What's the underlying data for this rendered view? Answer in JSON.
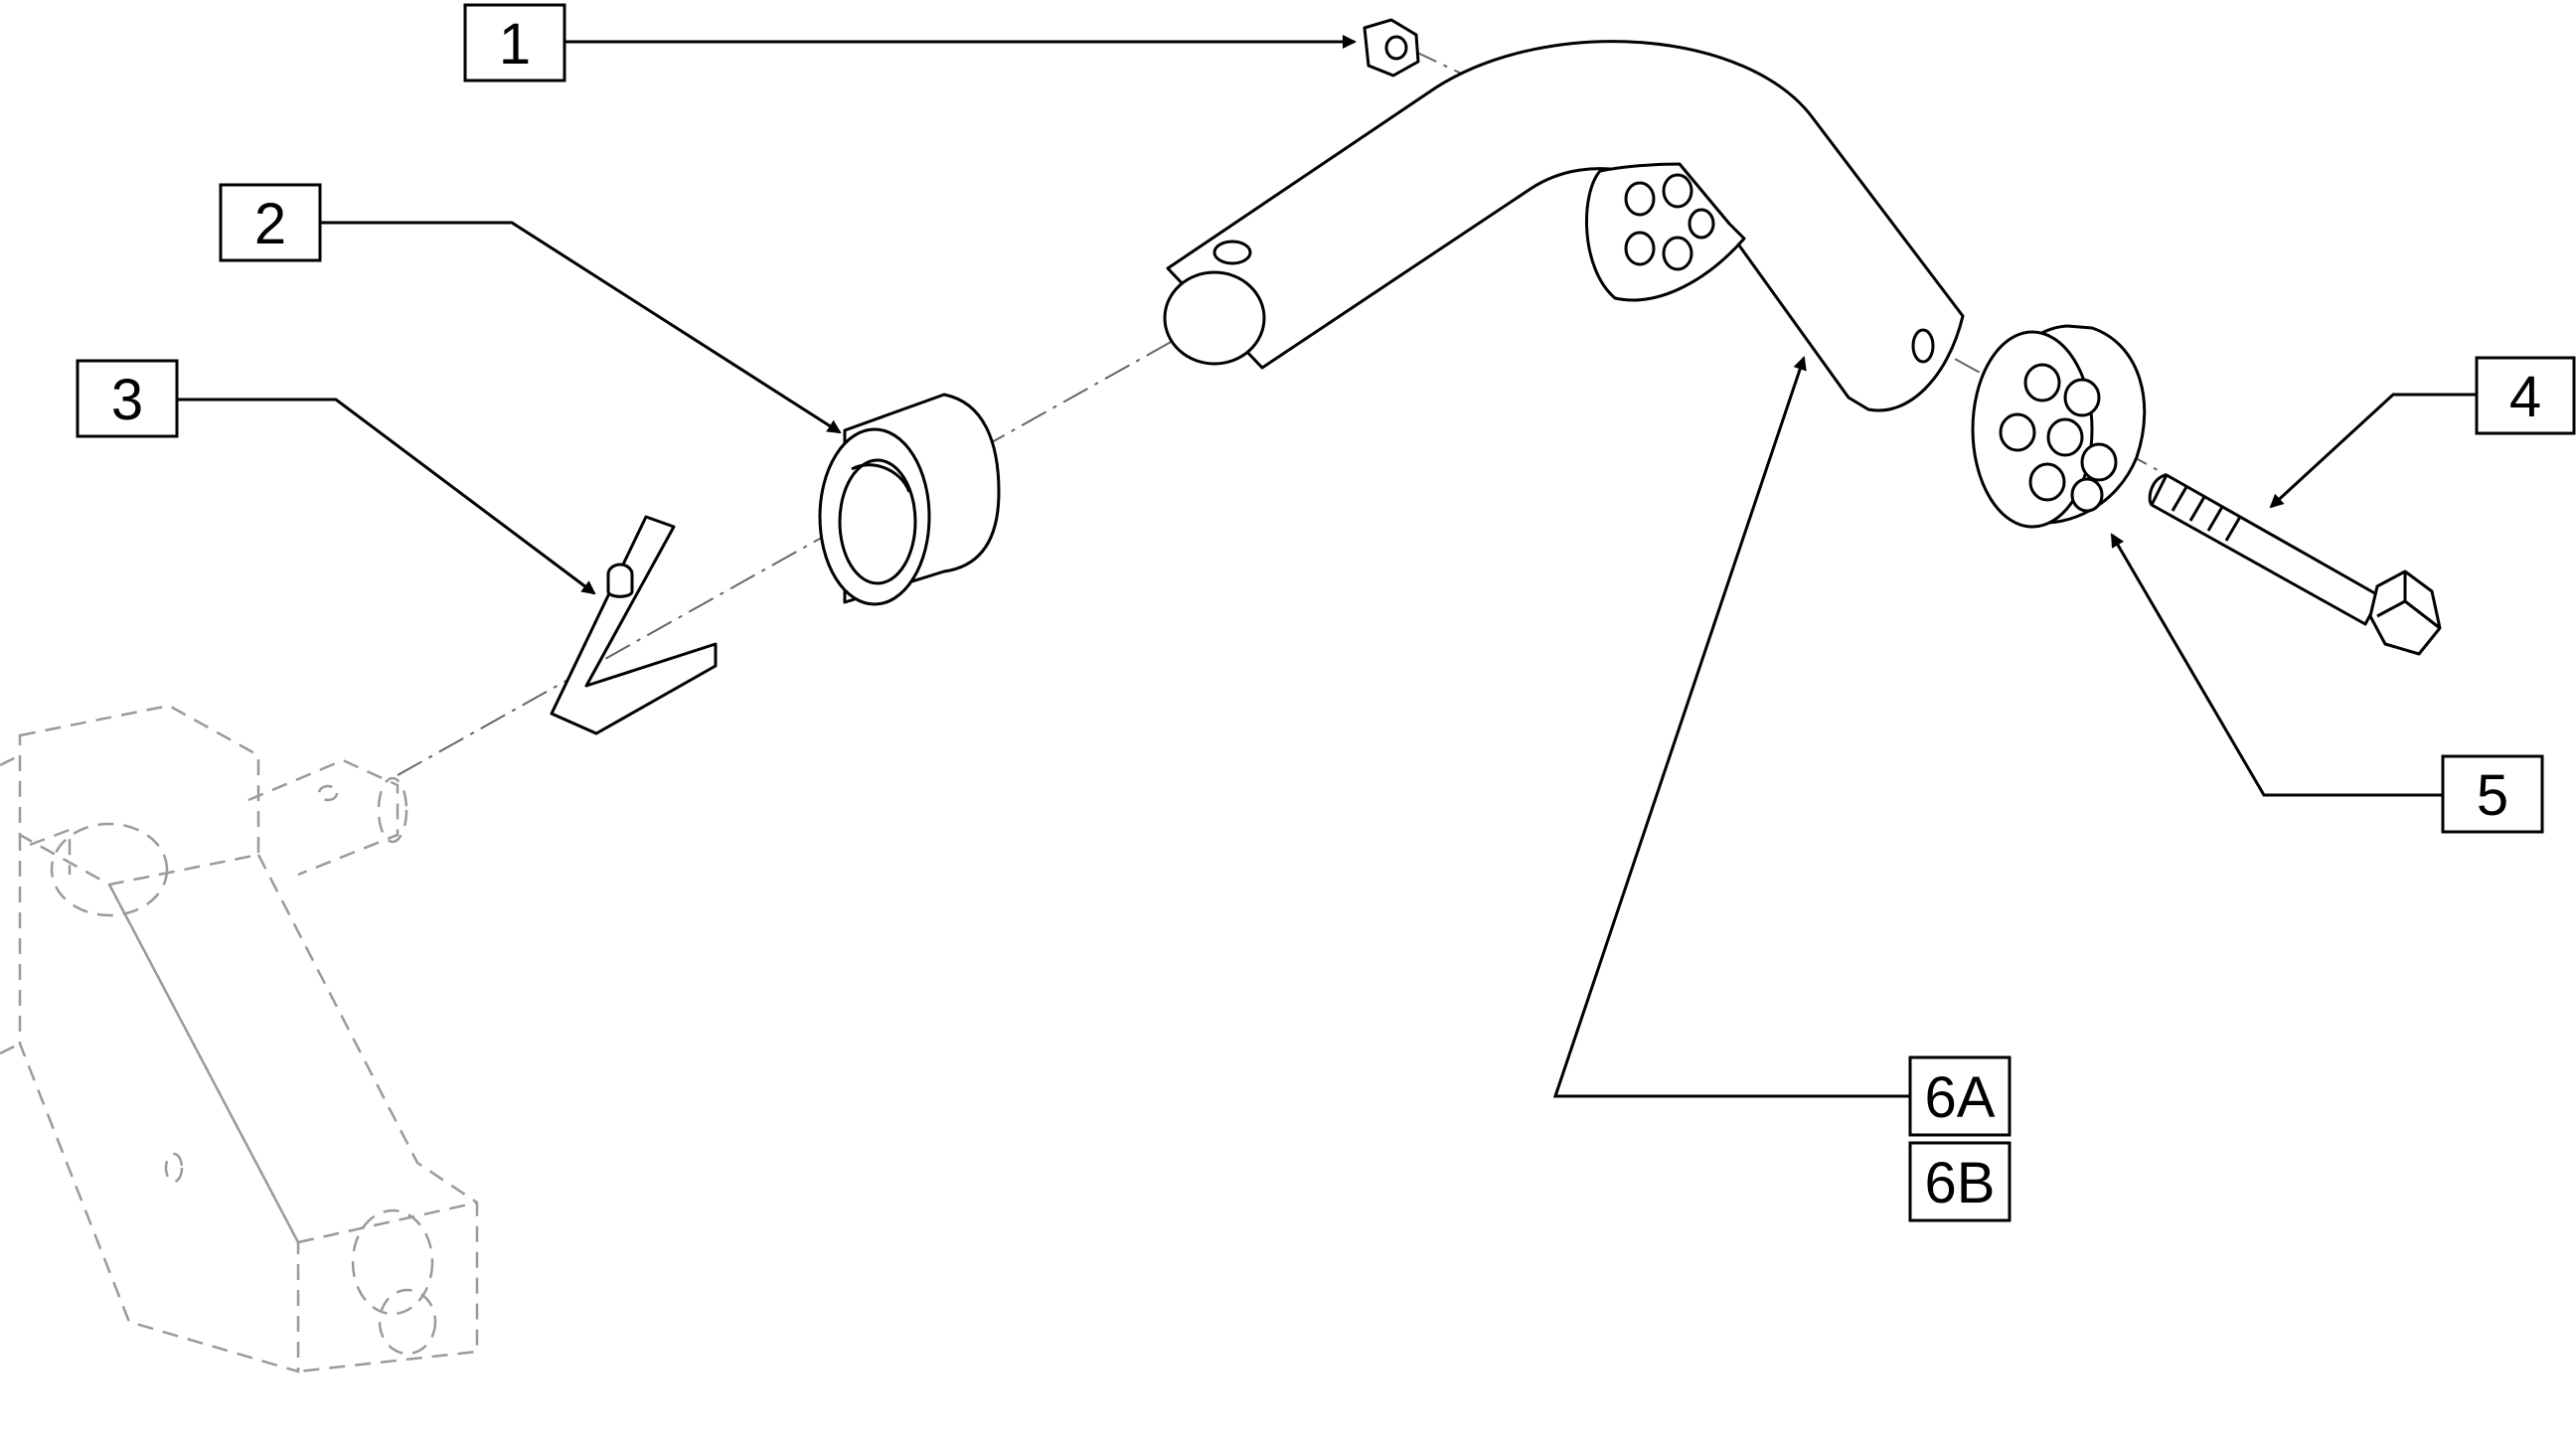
{
  "diagram": {
    "callouts": [
      {
        "id": "1",
        "label": "1"
      },
      {
        "id": "2",
        "label": "2"
      },
      {
        "id": "3",
        "label": "3"
      },
      {
        "id": "4",
        "label": "4"
      },
      {
        "id": "5",
        "label": "5"
      },
      {
        "id": "6a",
        "label": "6A"
      },
      {
        "id": "6b",
        "label": "6B"
      }
    ],
    "colors": {
      "line": "#000000",
      "ghost": "#9a9a9a",
      "background": "#ffffff"
    }
  }
}
